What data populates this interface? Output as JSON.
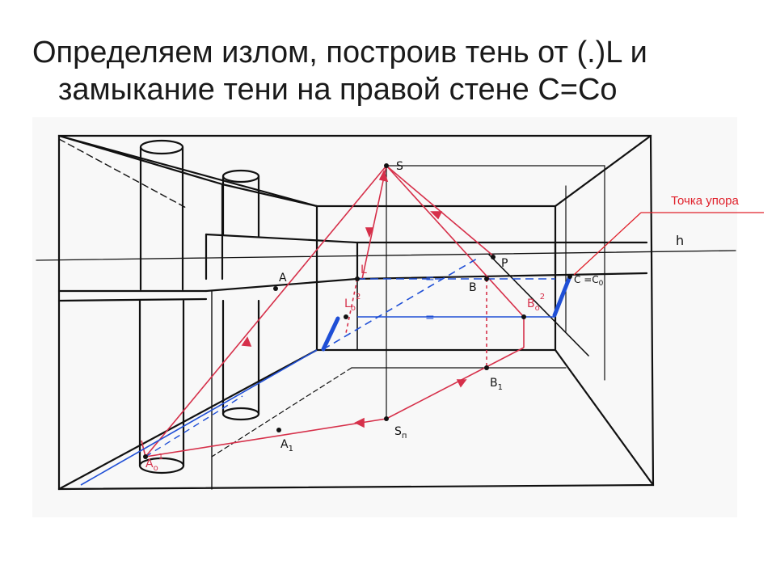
{
  "slide": {
    "title_line1": "Определяем излом, построив тень от (.)L и",
    "title_line2": "замыкание тени на правой стене С=Со"
  },
  "annotation": {
    "callout": "Точка упора",
    "color": "#e0202a"
  },
  "labels": {
    "S": "S",
    "P": "P",
    "h": "h",
    "A": "A",
    "A1": "A",
    "A1_sub": "1",
    "B": "B",
    "B1": "B",
    "B1_sub": "1",
    "L": "L",
    "Lo": "L",
    "Lo_sub": "o",
    "Lo_sup": "2",
    "Bo": "B",
    "Bo_sub": "o",
    "Bo_sup": "2",
    "Ao": "A",
    "Ao_sub": "o",
    "Ao_sup": "1",
    "Sn": "S",
    "Sn_sub": "п",
    "C": "C =C",
    "C_sub": "0",
    "eq1": "=",
    "eq2": "="
  },
  "colors": {
    "ink": "#111111",
    "construction_red": "#d6304a",
    "shadow_blue": "#1f4fd6",
    "paper": "#f7f7f7"
  }
}
